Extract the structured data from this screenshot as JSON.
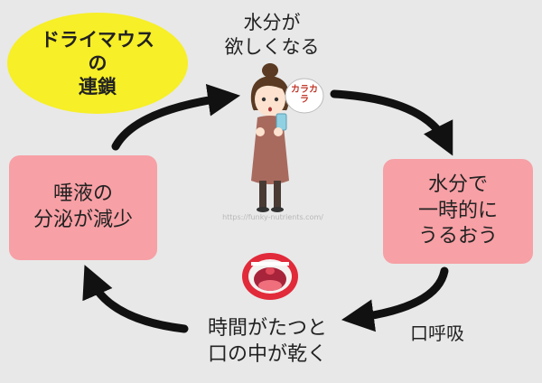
{
  "title": {
    "line1": "ドライマウス",
    "line2": "の",
    "line3": "連鎖"
  },
  "top_label": {
    "line1": "水分が",
    "line2": "欲しくなる"
  },
  "right_box": {
    "line1": "水分で",
    "line2": "一時的に",
    "line3": "うるおう"
  },
  "bottom_label": {
    "line1": "時間がたつと",
    "line2": "口の中が乾く"
  },
  "left_box": {
    "line1": "唾液の",
    "line2": "分泌が減少"
  },
  "breath_label": "口呼吸",
  "bubble_text": "カラカラ",
  "watermark": "https://funky-nutrients.com/",
  "colors": {
    "title_bg": "#f7ef27",
    "box_bg": "#f7a0a5",
    "arrow": "#111111",
    "background": "#e8e8e8"
  }
}
